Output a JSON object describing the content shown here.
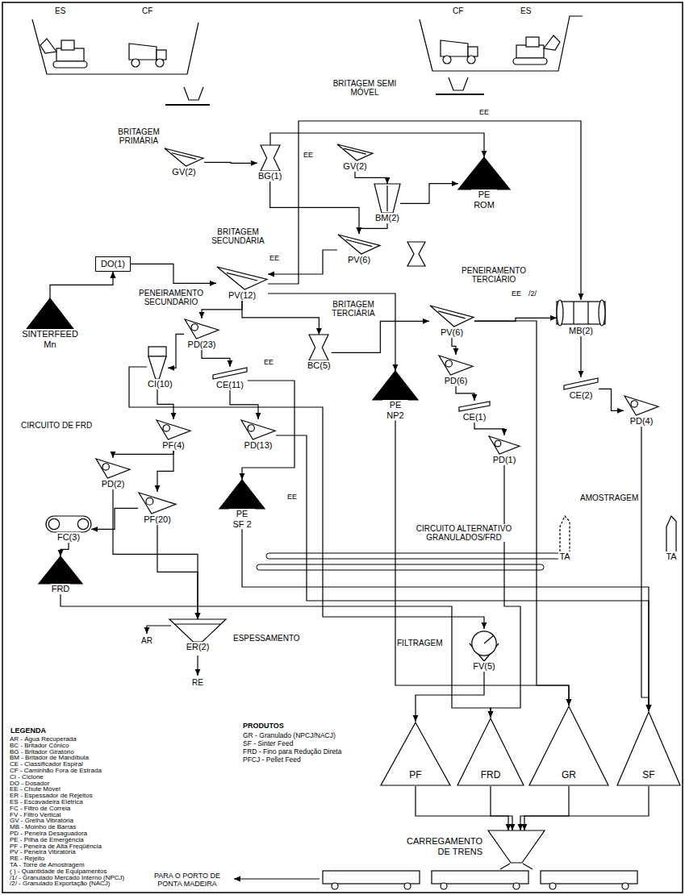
{
  "diagram": {
    "nodes": [
      {
        "text": [
          "GV(2)"
        ]
      },
      {
        "text": [
          "BG(1)"
        ]
      },
      {
        "text": [
          "GV(2)"
        ]
      },
      {
        "text": [
          "BM(2)"
        ]
      },
      {
        "text": [
          "PE ROM"
        ]
      },
      {
        "text": [
          "PV(6)"
        ]
      },
      {
        "text": [
          "DO(1)"
        ]
      },
      {
        "text": [
          "PV(12)"
        ]
      },
      {
        "text": [
          "SINTERFEED Mn"
        ]
      },
      {
        "text": [
          "PD(23)"
        ]
      },
      {
        "text": [
          "CI(10)"
        ]
      },
      {
        "text": [
          "CE(11)"
        ]
      },
      {
        "text": [
          "PD(13)"
        ]
      },
      {
        "text": [
          "PF(4)"
        ]
      },
      {
        "text": [
          "PD(2)"
        ]
      },
      {
        "text": [
          "PF(20)"
        ]
      },
      {
        "text": [
          "FC(3)"
        ]
      },
      {
        "text": [
          "FRD"
        ]
      },
      {
        "text": [
          "PE SF 2"
        ]
      },
      {
        "text": [
          "PE NP2"
        ]
      },
      {
        "text": [
          "BC(5)"
        ]
      },
      {
        "text": [
          "PV(6)"
        ]
      },
      {
        "text": [
          "PD(6)"
        ]
      },
      {
        "text": [
          "CE(1)"
        ]
      },
      {
        "text": [
          "PD(1)"
        ]
      },
      {
        "text": [
          "MB(2)"
        ]
      },
      {
        "text": [
          "CE(2)"
        ]
      },
      {
        "text": [
          "PD(4)"
        ]
      },
      {
        "text": [
          "ER(2)"
        ]
      },
      {
        "text": [
          "FV(5)"
        ]
      },
      {
        "text": [
          "TA"
        ]
      },
      {
        "text": [
          "TA"
        ]
      },
      {
        "text": [
          "PF"
        ]
      },
      {
        "text": [
          "FRD"
        ]
      },
      {
        "text": [
          "GR"
        ]
      },
      {
        "text": [
          "SF"
        ]
      },
      {
        "text": [
          "CARREGAMENTO DE TRENS"
        ]
      }
    ],
    "edges": [
      {
        "from": 0,
        "to": 1,
        "arrow": "to"
      },
      {
        "from": 2,
        "to": 3,
        "arrow": "to"
      },
      {
        "from": 1,
        "to": 4,
        "arrow": "to"
      },
      {
        "from": 3,
        "to": 4,
        "arrow": "to"
      },
      {
        "from": 1,
        "to": 5,
        "arrow": "to"
      },
      {
        "from": 3,
        "to": 5,
        "arrow": "to"
      },
      {
        "from": 5,
        "to": 7,
        "arrow": "to"
      },
      {
        "from": 8,
        "to": 6,
        "arrow": "to"
      },
      {
        "from": 6,
        "to": 7,
        "arrow": "to"
      },
      {
        "from": 7,
        "to": 9,
        "arrow": "to"
      },
      {
        "from": 7,
        "to": 20,
        "arrow": "to"
      },
      {
        "from": 7,
        "to": 19,
        "arrow": "to"
      },
      {
        "from": 7,
        "to": 25,
        "arrow": "to"
      },
      {
        "from": 9,
        "to": 10,
        "arrow": "to"
      },
      {
        "from": 9,
        "to": 11,
        "arrow": "to"
      },
      {
        "from": 10,
        "to": 13,
        "arrow": "to"
      },
      {
        "from": 11,
        "to": 12,
        "arrow": "to"
      },
      {
        "from": 11,
        "to": 18,
        "arrow": "to"
      },
      {
        "from": 13,
        "to": 14,
        "arrow": "to"
      },
      {
        "from": 13,
        "to": 15,
        "arrow": "to"
      },
      {
        "from": 15,
        "to": 16,
        "arrow": "to"
      },
      {
        "from": 16,
        "to": 17,
        "arrow": "to"
      },
      {
        "from": 14,
        "to": 28,
        "arrow": "to"
      },
      {
        "from": 15,
        "to": 28,
        "arrow": "to"
      },
      {
        "from": 12,
        "to": 35,
        "arrow": "to"
      },
      {
        "from": 20,
        "to": 21,
        "arrow": "to"
      },
      {
        "from": 21,
        "to": 22,
        "arrow": "to"
      },
      {
        "from": 21,
        "to": 25,
        "arrow": "to"
      },
      {
        "from": 22,
        "to": 23,
        "arrow": "to"
      },
      {
        "from": 23,
        "to": 24,
        "arrow": "to"
      },
      {
        "from": 21,
        "to": 34,
        "arrow": "to"
      },
      {
        "from": 24,
        "to": 33,
        "arrow": "to"
      },
      {
        "from": 25,
        "to": 26,
        "arrow": "to"
      },
      {
        "from": 26,
        "to": 27,
        "arrow": "to"
      },
      {
        "from": 27,
        "to": 35,
        "arrow": "to"
      },
      {
        "from": 17,
        "to": 33,
        "arrow": "to"
      },
      {
        "from": 19,
        "to": 34,
        "arrow": "to"
      },
      {
        "from": 18,
        "to": 35,
        "arrow": "to"
      },
      {
        "from": 10,
        "to": 29,
        "arrow": "to"
      },
      {
        "from": 29,
        "to": 32,
        "arrow": "to"
      },
      {
        "from": 32,
        "to": 36,
        "arrow": "to"
      },
      {
        "from": 33,
        "to": 36,
        "arrow": "to"
      },
      {
        "from": 34,
        "to": 36,
        "arrow": "to"
      },
      {
        "from": 35,
        "to": 36,
        "arrow": "to"
      }
    ],
    "labels": [
      "ES",
      "CF",
      "CF",
      "ES",
      "BRITAGEM PRIMÁRIA",
      "BRITAGEM SEMI MÓVEL",
      "EE",
      "BRITAGEM SECUNDÁRIA",
      "PENEIRAMENTO SECUNDÁRIO",
      "EE",
      "BRITAGEM TERCIÁRIA",
      "PENEIRAMENTO TERCIÁRIO",
      "EE",
      "/2/",
      "EE",
      "EE",
      "EE",
      "CIRCUITO DE FRD",
      "CIRCUITO ALTERNATIVO GRANULADOS/FRD",
      "AMOSTRAGEM",
      "FILTRAGEM",
      "ESPESSAMENTO",
      "AR",
      "RE",
      "LEGENDA",
      "PRODUTOS",
      "GR - Granulado (NPCJ/NACJ)",
      "SF - Sinter Feed",
      "FRD - Fino para Redução Direta",
      "PFCJ - Pellet Feed",
      "PARA O PORTO DE PONTA MADEIRA"
    ],
    "legend": [
      {
        "text": "AR - Água Recuperada"
      },
      {
        "text": "BC - Britador Cônico"
      },
      {
        "text": "BG - Britador Giratório"
      },
      {
        "text": "BM - Britador de Mandíbula"
      },
      {
        "text": "CE - Classificador Espiral"
      },
      {
        "text": "CF - Caminhão Fora de Estrada"
      },
      {
        "text": "CI - Ciclone"
      },
      {
        "text": "DO - Dosador"
      },
      {
        "text": "EE - Chute Móvel"
      },
      {
        "text": "ER - Espessador de Rejeitos"
      },
      {
        "text": "ES - Escavadeira Elétrica"
      },
      {
        "text": "FC - Filtro de Correia"
      },
      {
        "text": "FV - Filtro Vertical"
      },
      {
        "text": "GV - Grelha Vibratória"
      },
      {
        "text": "MB - Moinho de Barras"
      },
      {
        "text": "PD - Peneira Desaguadora"
      },
      {
        "text": "PE - Pilha de Emergência"
      },
      {
        "text": "PF - Peneira de Alta Freqüência"
      },
      {
        "text": "PV - Peneira Vibratória"
      },
      {
        "text": "RE - Rejeito"
      },
      {
        "text": "TA - Torre de Amostragem"
      },
      {
        "text": "( ) - Quantidade de Equipamentos"
      },
      {
        "text": "/1/ - Granulado Mercado Interno (NPCJ)"
      },
      {
        "text": "/2/ - Granulado Exportação (NACJ)"
      }
    ]
  }
}
